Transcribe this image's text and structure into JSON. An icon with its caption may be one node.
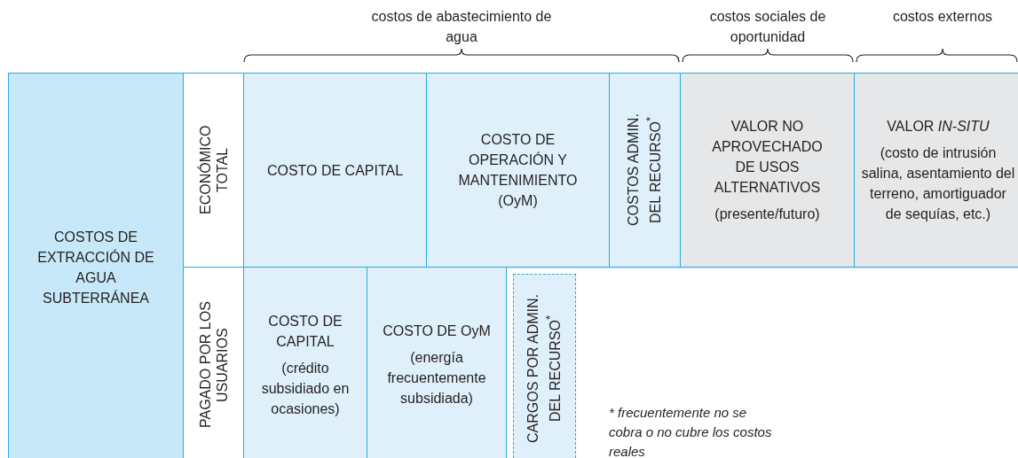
{
  "diagram": {
    "nodes": [
      {
        "text": [
          "COSTOS DE EXTRACCIÓN DE AGUA SUBTERRÁNEA"
        ]
      },
      {
        "text": [
          "ECONÓMICO TOTAL"
        ]
      },
      {
        "text": [
          "COSTO DE CAPITAL"
        ]
      },
      {
        "text": [
          "COSTO DE OPERACIÓN Y MANTENIMIENTO (OyM)"
        ]
      },
      {
        "text": [
          "COSTOS ADMIN. DEL RECURSO$^{*}$"
        ]
      },
      {
        "text": [
          "VALOR NO APROVECHADO DE USOS ALTERNATIVOS",
          "(presente/futuro)"
        ]
      },
      {
        "text": [
          "VALOR *IN-SITU*",
          "(costo de intrusión salina, asentamiento del terreno, amortiguador de sequías, etc.)"
        ]
      },
      {
        "text": [
          "PAGADO POR LOS USUARIOS"
        ]
      },
      {
        "text": [
          "COSTO DE CAPITAL",
          "(crédito subsidiado en ocasiones)"
        ]
      },
      {
        "text": [
          "COSTO DE OyM",
          "(energía frecuentemente subsidiada)"
        ]
      },
      {
        "text": [
          "CARGOS POR ADMIN. DEL RECURSO$^{*}$"
        ]
      }
    ],
    "labels": [
      "costos de abastecimiento de agua",
      "costos sociales de oportunidad",
      "costos externos",
      "* frecuentemente no se cobra o no cubre los costos reales"
    ]
  }
}
